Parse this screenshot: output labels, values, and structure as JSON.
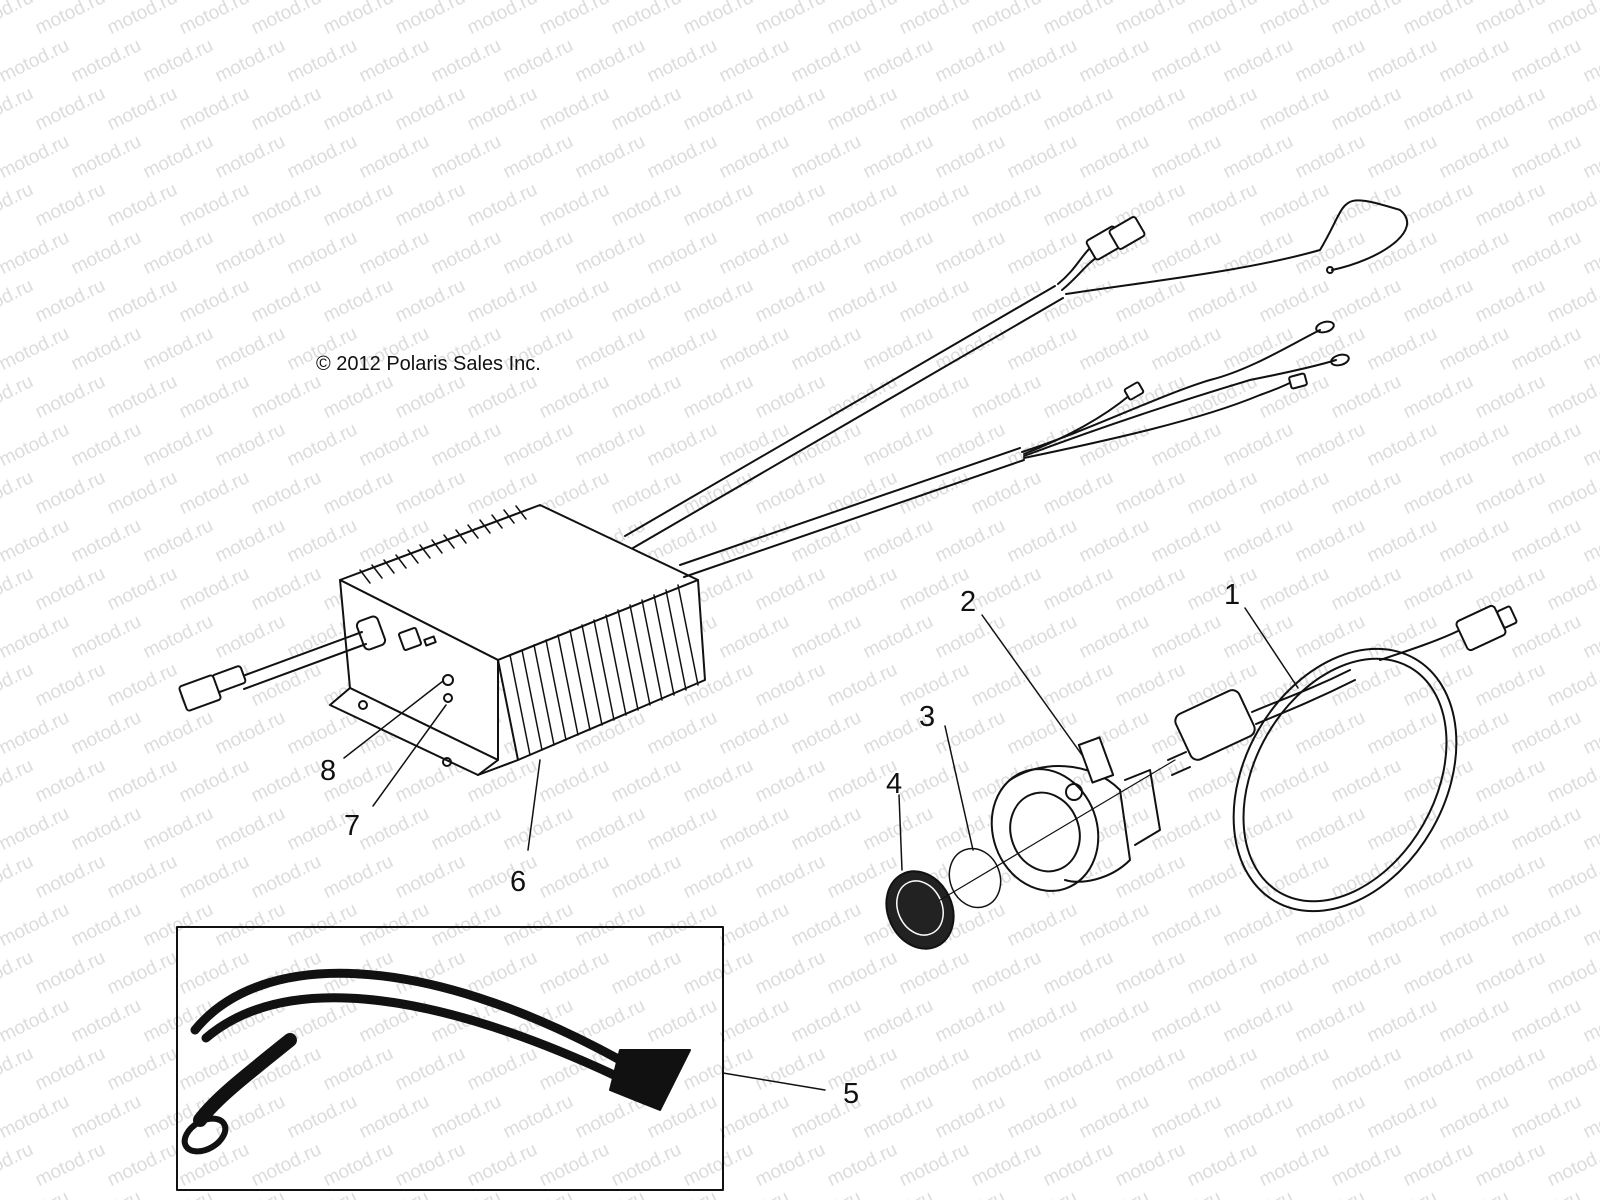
{
  "copyright": "© 2012 Polaris Sales Inc.",
  "watermark_text": "motod.ru",
  "callouts": [
    "1",
    "2",
    "3",
    "4",
    "5",
    "6",
    "7",
    "8"
  ],
  "colors": {
    "line": "#111111",
    "watermark": "#dcdcdc",
    "background": "#ffffff"
  }
}
